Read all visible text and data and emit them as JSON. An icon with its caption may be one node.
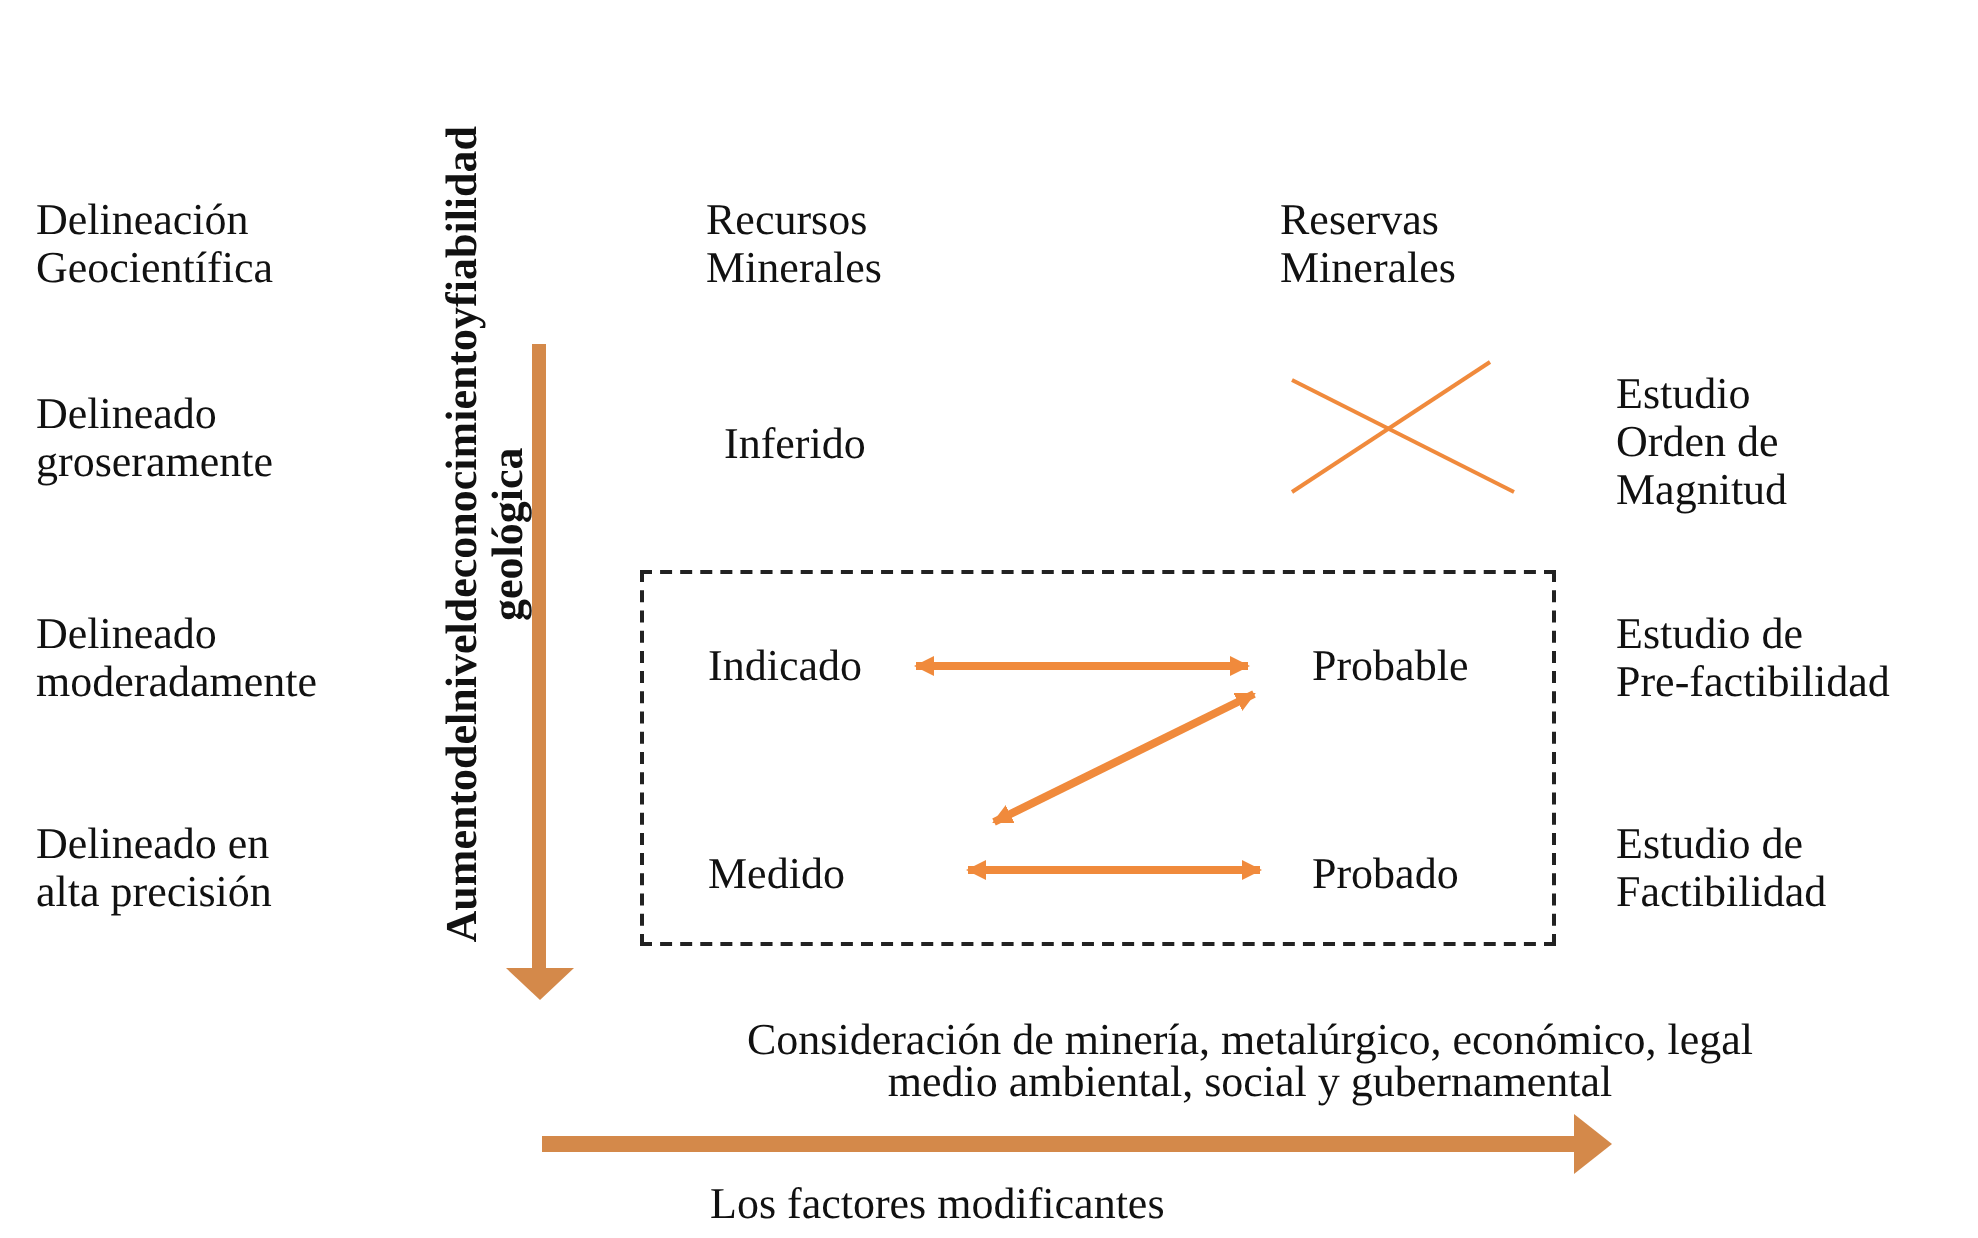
{
  "diagram": {
    "nodes": [
      {
        "text": [],
        "shape": "box"
      },
      {
        "text": [
          "Indicado"
        ],
        "in": 0
      },
      {
        "text": [
          "Probable"
        ],
        "in": 0
      },
      {
        "text": [
          "Medido"
        ],
        "in": 0
      },
      {
        "text": [
          "Probado"
        ],
        "in": 0
      }
    ],
    "edges": [
      {
        "from": 1,
        "to": 2,
        "arrow": "both"
      },
      {
        "from": 2,
        "to": 3,
        "arrow": "both"
      },
      {
        "from": 3,
        "to": 4,
        "arrow": "both"
      }
    ],
    "labels": [
      "Delineación Geocientífica",
      "Aumentodelniveldeconocimientoyfiabilidad geológica",
      "Recursos Minerales",
      "Reservas Minerales",
      "Delineado groseramente",
      "Inferido",
      "Estudio Orden de Magnitud",
      "Delineado moderadamente",
      "Estudio de Pre-factibilidad",
      "Delineado en alta precisión",
      "Estudio de Factibilidad",
      "Consideración de minería, metalúrgico, económico, legal medio ambiental, social y gubernamental",
      "Los factores modificantes"
    ]
  }
}
